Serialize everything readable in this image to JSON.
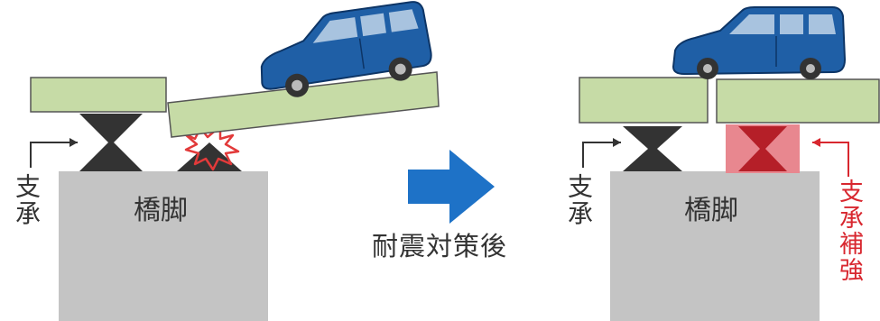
{
  "before": {
    "bearing_label": "支承",
    "pier_label": "橋脚"
  },
  "arrow": {
    "label": "耐震対策後"
  },
  "after": {
    "bearing_label": "支承",
    "pier_label": "橋脚",
    "reinforcement_label": "支承補強"
  },
  "colors": {
    "deck": "#c6dba6",
    "pier": "#c4c4c4",
    "bearing": "#333333",
    "car": "#1f5fa6",
    "arrow": "#1e72c7",
    "reinforcement": "#e8878f",
    "reinforcement_text": "#d8272f",
    "damage": "#e23a3a"
  }
}
